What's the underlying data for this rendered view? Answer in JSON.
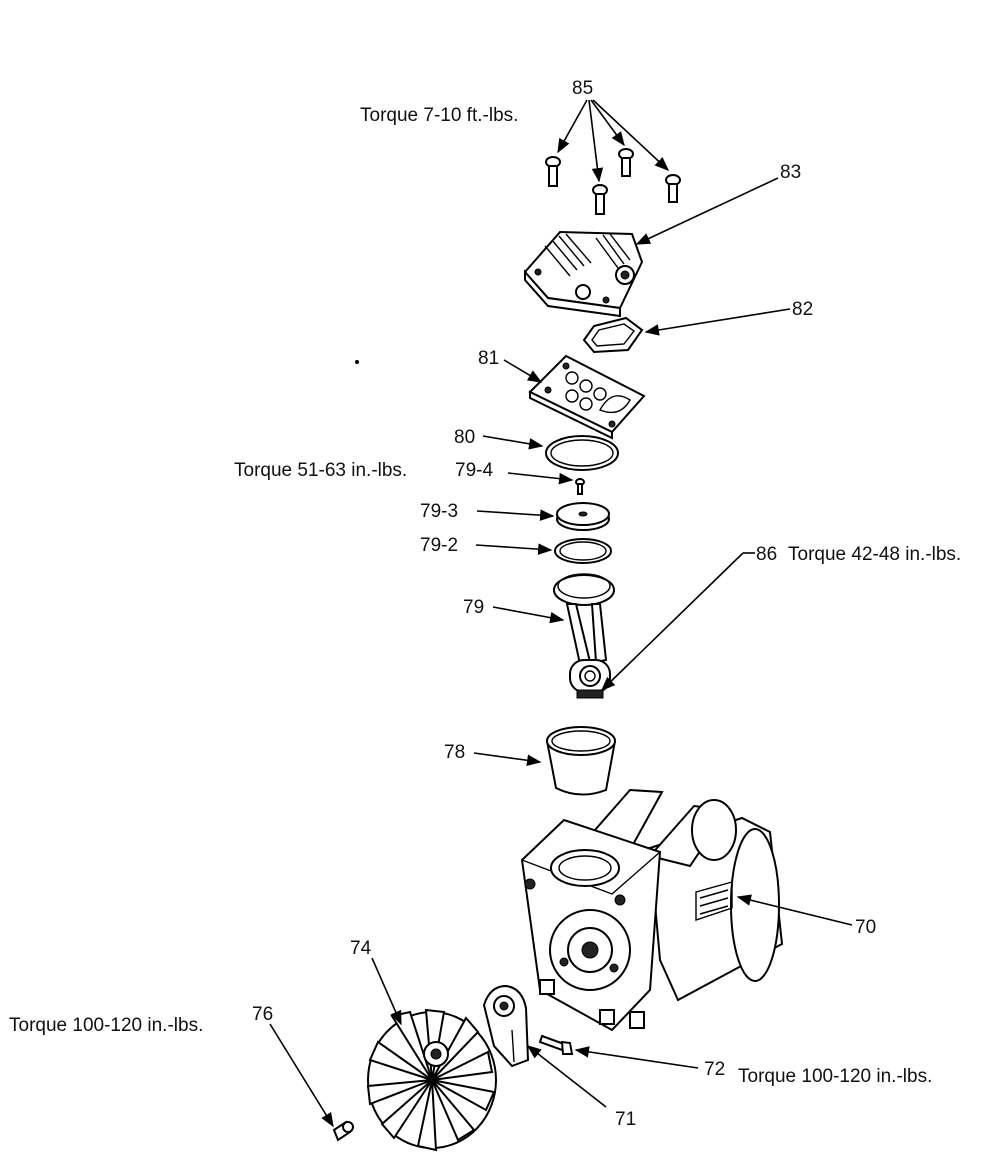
{
  "labels": {
    "p85": "85",
    "p83": "83",
    "p82": "82",
    "p81": "81",
    "p80": "80",
    "p79_4": "79-4",
    "p79_3": "79-3",
    "p79_2": "79-2",
    "p79": "79",
    "p86": "86",
    "p78": "78",
    "p70": "70",
    "p74": "74",
    "p76": "76",
    "p72": "72",
    "p71": "71"
  },
  "torque": {
    "t85": "Torque  7-10 ft.-lbs.",
    "t79_4": "Torque  51-63 in.-lbs.",
    "t86": "Torque  42-48 in.-lbs.",
    "t76": "Torque 100-120 in.-lbs.",
    "t72": "Torque 100-120 in.-lbs."
  }
}
